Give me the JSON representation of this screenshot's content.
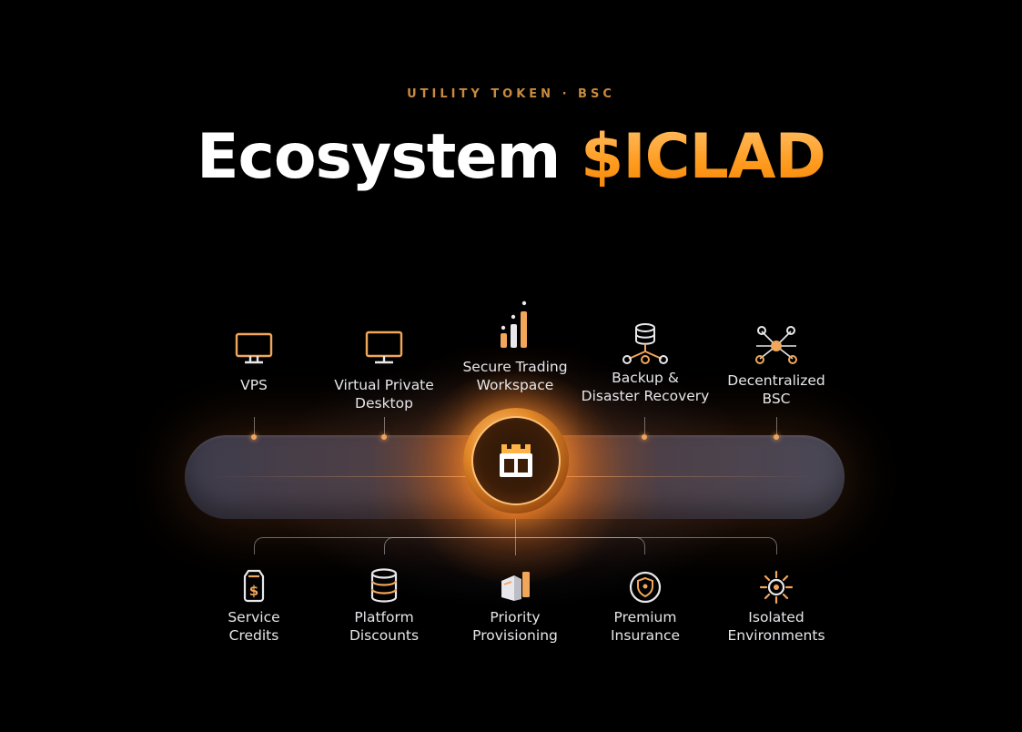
{
  "header": {
    "eyebrow": "UTILITY TOKEN · BSC",
    "title_white": "Ecosystem",
    "title_accent": "$ICLAD"
  },
  "colors": {
    "accent": "#ff9a1c",
    "eyebrow": "#c98a3e",
    "background": "#000000",
    "dot": "#f0a55a"
  },
  "top_items": [
    {
      "icon": "monitor-icon",
      "line1": "VPS",
      "line2": ""
    },
    {
      "icon": "desktop-icon",
      "line1": "Virtual Private",
      "line2": "Desktop"
    },
    {
      "icon": "bar-chart-icon",
      "line1": "Secure Trading",
      "line2": "Workspace"
    },
    {
      "icon": "database-network-icon",
      "line1": "Backup &",
      "line2": "Disaster Recovery"
    },
    {
      "icon": "network-nodes-icon",
      "line1": "Decentralized",
      "line2": "BSC"
    }
  ],
  "bottom_items": [
    {
      "icon": "dollar-tag-icon",
      "line1": "Service",
      "line2": "Credits"
    },
    {
      "icon": "database-stack-icon",
      "line1": "Platform",
      "line2": "Discounts"
    },
    {
      "icon": "cube-priority-icon",
      "line1": "Priority",
      "line2": "Provisioning"
    },
    {
      "icon": "shield-badge-icon",
      "line1": "Premium",
      "line2": "Insurance"
    },
    {
      "icon": "sun-icon",
      "line1": "Isolated",
      "line2": "Environments"
    }
  ],
  "center": {
    "icon": "castle-token-icon"
  }
}
